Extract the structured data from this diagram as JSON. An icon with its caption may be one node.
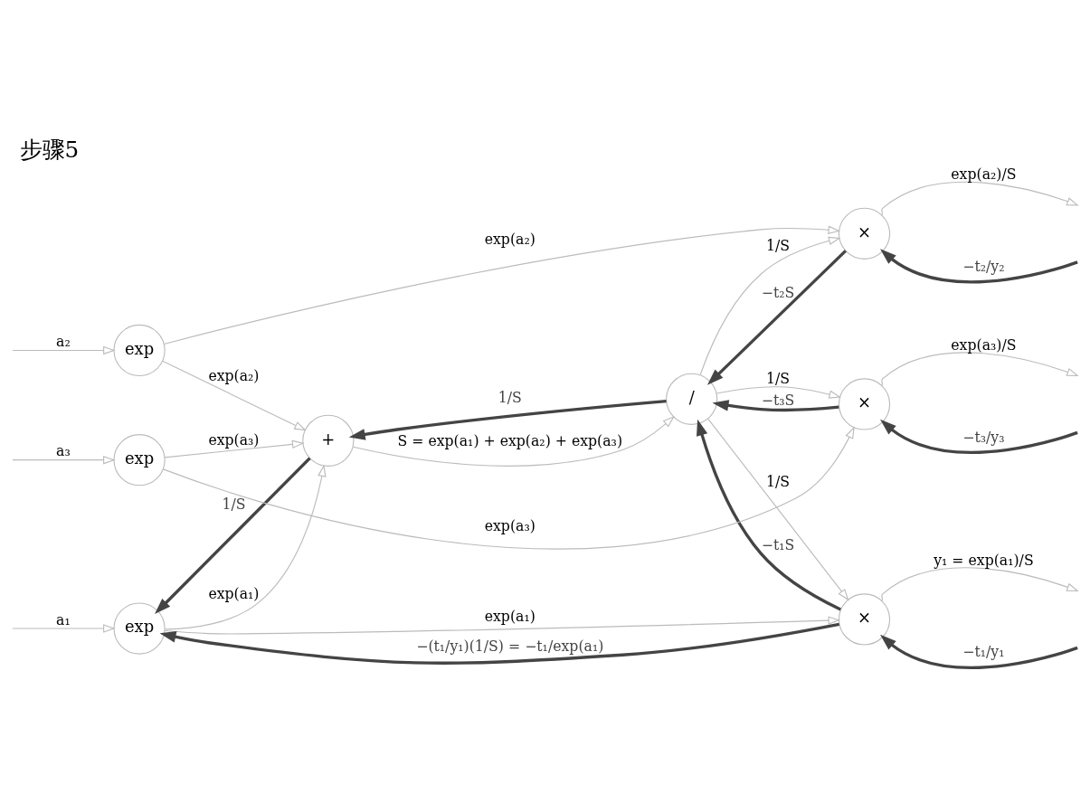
{
  "diagram": {
    "title": "步骤5",
    "nodes": [
      {
        "text": [
          "+"
        ]
      },
      {
        "text": [
          "/"
        ]
      },
      {
        "text": [
          "exp"
        ]
      },
      {
        "text": [
          "×"
        ]
      },
      {
        "text": [
          "exp"
        ]
      },
      {
        "text": [
          "×"
        ]
      },
      {
        "text": [
          "exp"
        ]
      },
      {
        "text": [
          "×"
        ]
      }
    ],
    "edges": [
      {
        "from": null,
        "to": 2,
        "arrow": "to",
        "label": "a₁"
      },
      {
        "from": null,
        "to": 4,
        "arrow": "to",
        "label": "a₂"
      },
      {
        "from": null,
        "to": 6,
        "arrow": "to",
        "label": "a₃"
      },
      {
        "from": 2,
        "to": 0,
        "arrow": "to",
        "label": "exp(a₁)"
      },
      {
        "from": 4,
        "to": 0,
        "arrow": "to",
        "label": "exp(a₂)"
      },
      {
        "from": 6,
        "to": 0,
        "arrow": "to",
        "label": "exp(a₃)"
      },
      {
        "from": 2,
        "to": 3,
        "arrow": "to",
        "label": "exp(a₁)"
      },
      {
        "from": 4,
        "to": 5,
        "arrow": "to",
        "label": "exp(a₂)"
      },
      {
        "from": 6,
        "to": 7,
        "arrow": "to",
        "label": "exp(a₃)"
      },
      {
        "from": 0,
        "to": 1,
        "arrow": "to",
        "label": "S = exp(a₁) + exp(a₂) + exp(a₃)"
      },
      {
        "from": 1,
        "to": 3,
        "arrow": "to",
        "label": "1/S"
      },
      {
        "from": 1,
        "to": 5,
        "arrow": "to",
        "label": "1/S"
      },
      {
        "from": 1,
        "to": 7,
        "arrow": "to",
        "label": "1/S"
      },
      {
        "from": 3,
        "to": null,
        "arrow": "to",
        "label": "y₁ = exp(a₁)/S"
      },
      {
        "from": 5,
        "to": null,
        "arrow": "to",
        "label": "exp(a₂)/S"
      },
      {
        "from": 7,
        "to": null,
        "arrow": "to",
        "label": "exp(a₃)/S"
      },
      {
        "from": null,
        "to": 3,
        "arrow": "to",
        "label": "−t₁/y₁",
        "style": "thick",
        "color": "#444444"
      },
      {
        "from": null,
        "to": 5,
        "arrow": "to",
        "label": "−t₂/y₂",
        "style": "thick",
        "color": "#444444"
      },
      {
        "from": null,
        "to": 7,
        "arrow": "to",
        "label": "−t₃/y₃",
        "style": "thick",
        "color": "#444444"
      },
      {
        "from": 3,
        "to": 2,
        "arrow": "to",
        "label": "−(t₁/y₁)(1/S) = −t₁/exp(a₁)",
        "style": "thick",
        "color": "#444444"
      },
      {
        "from": 3,
        "to": 1,
        "arrow": "to",
        "label": "−t₁S",
        "style": "thick",
        "color": "#444444"
      },
      {
        "from": 5,
        "to": 1,
        "arrow": "to",
        "label": "−t₂S",
        "style": "thick",
        "color": "#444444"
      },
      {
        "from": 7,
        "to": 1,
        "arrow": "to",
        "label": "−t₃S",
        "style": "thick",
        "color": "#444444"
      },
      {
        "from": 1,
        "to": 0,
        "arrow": "to",
        "label": "1/S",
        "style": "thick",
        "color": "#444444"
      },
      {
        "from": 0,
        "to": 2,
        "arrow": "to",
        "label": "1/S",
        "style": "thick",
        "color": "#444444"
      }
    ]
  }
}
